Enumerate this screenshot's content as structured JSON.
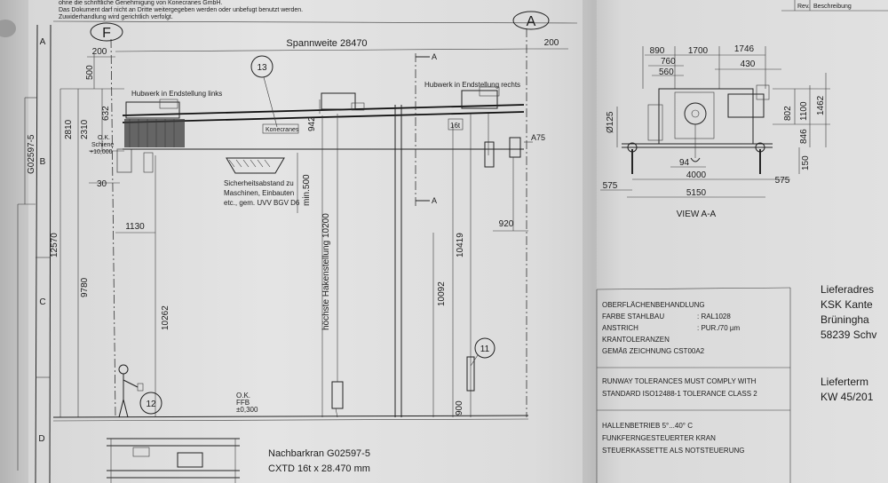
{
  "header": {
    "line1": "ohne die schriftliche Genehmigung von Konecranes GmbH.",
    "line2": "Das Dokument darf nicht an Dritte weitergegeben werden oder unbefugt benutzt werden.",
    "line3": "Zuwiderhandlung wird gerichtlich verfolgt."
  },
  "title_tr": {
    "col1": "Rev.",
    "col2": "Beschreibung"
  },
  "frame": {
    "row_a": "A",
    "row_b": "B",
    "row_c": "C",
    "row_d": "D",
    "doc_number": "G02597-5"
  },
  "gridlines": {
    "left": "F",
    "right": "A"
  },
  "dims": {
    "d200_left": "200",
    "d200_right": "200",
    "span": "Spannweite 28470",
    "d500": "500",
    "d632": "632",
    "d2310": "2310",
    "d2810": "2810",
    "d12570": "12570",
    "d9780": "9780",
    "d30": "30",
    "d1130": "1130",
    "d10262": "10262",
    "d942": "942",
    "dmin500": "min.500",
    "hook_height": "höchste Hakenstellung 10200",
    "d10419": "10419",
    "d10092": "10092",
    "d920": "920",
    "d900": "900",
    "a75": "A75"
  },
  "labels": {
    "hubwerk_links": "Hubwerk in Endstellung links",
    "hubwerk_rechts": "Hubwerk in Endstellung rechts",
    "konecranes": "Konecranes",
    "sixteen_t": "16t",
    "ok_schiene1": "O.K.",
    "ok_schiene2": "Schiene",
    "ok_schiene3": "+10,000",
    "safety1": "Sicherheitsabstand zu",
    "safety2": "Maschinen, Einbauten",
    "safety3": "etc., gem. UVV BGV D6",
    "ok_ffb1": "O.K.",
    "ok_ffb2": "FFB",
    "ok_ffb3": "±0,300",
    "section_a_top": "A",
    "section_a_bottom": "A"
  },
  "balloons": {
    "b11": "11",
    "b12": "12",
    "b13": "13"
  },
  "view_aa": {
    "d890": "890",
    "d1700": "1700",
    "d1746": "1746",
    "d760": "760",
    "d560": "560",
    "d430": "430",
    "d125": "Ø125",
    "d802": "802",
    "d1100": "1100",
    "d1462": "1462",
    "d846": "846",
    "d150": "150",
    "d94": "94",
    "d4000": "4000",
    "d575l": "575",
    "d575r": "575",
    "d5150": "5150",
    "title": "VIEW A-A"
  },
  "spec": {
    "l1": "OBERFLÄCHENBEHANDLUNG",
    "l2": "FARBE STAHLBAU",
    "l2v": ": RAL1028",
    "l3": "ANSTRICH",
    "l3v": ": PUR./70 µm",
    "l4": "KRANTOLERANZEN",
    "l5": "GEMÄß ZEICHNUNG CST00A2",
    "l6": "RUNWAY TOLERANCES MUST COMPLY WITH",
    "l7": "STANDARD ISO12488-1 TOLERANCE CLASS 2",
    "l8": "HALLENBETRIEB 5°...40° C",
    "l9": "FUNKFERNGESTEUERTER KRAN",
    "l10": "STEUERKASSETTE ALS NOTSTEUERUNG"
  },
  "delivery": {
    "l1": "Lieferadres",
    "l2": "KSK Kante",
    "l3": "Brüningha",
    "l4": "58239 Schv",
    "l5": "Lieferterm",
    "l6": "KW 45/201"
  },
  "neighbor": {
    "l1": "Nachbarkran G02597-5",
    "l2": "CXTD 16t x 28.470 mm"
  }
}
